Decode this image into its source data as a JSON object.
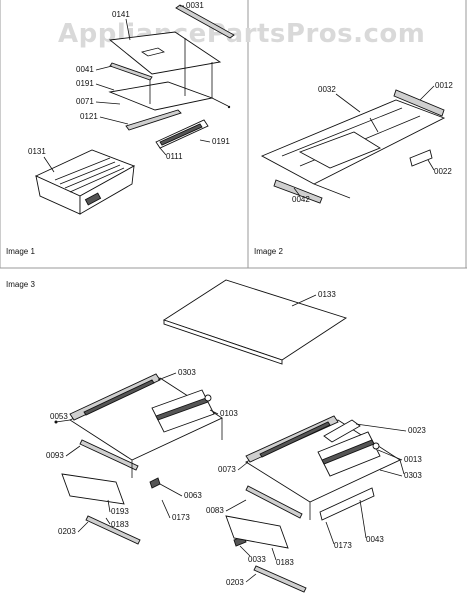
{
  "watermark": "AppliancePartsPros.com",
  "panels": [
    {
      "title": "Image 1"
    },
    {
      "title": "Image 2"
    },
    {
      "title": "Image 3"
    }
  ],
  "callouts": [
    "0031",
    "0141",
    "0041",
    "0191",
    "0071",
    "0121",
    "0191",
    "0131",
    "0111",
    "0032",
    "0012",
    "0042",
    "0022",
    "0133",
    "0303",
    "0053",
    "0103",
    "0093",
    "0063",
    "0193",
    "0183",
    "0203",
    "0173",
    "0023",
    "0073",
    "0013",
    "0303",
    "0083",
    "0033",
    "0183",
    "0203",
    "0173",
    "0043"
  ]
}
